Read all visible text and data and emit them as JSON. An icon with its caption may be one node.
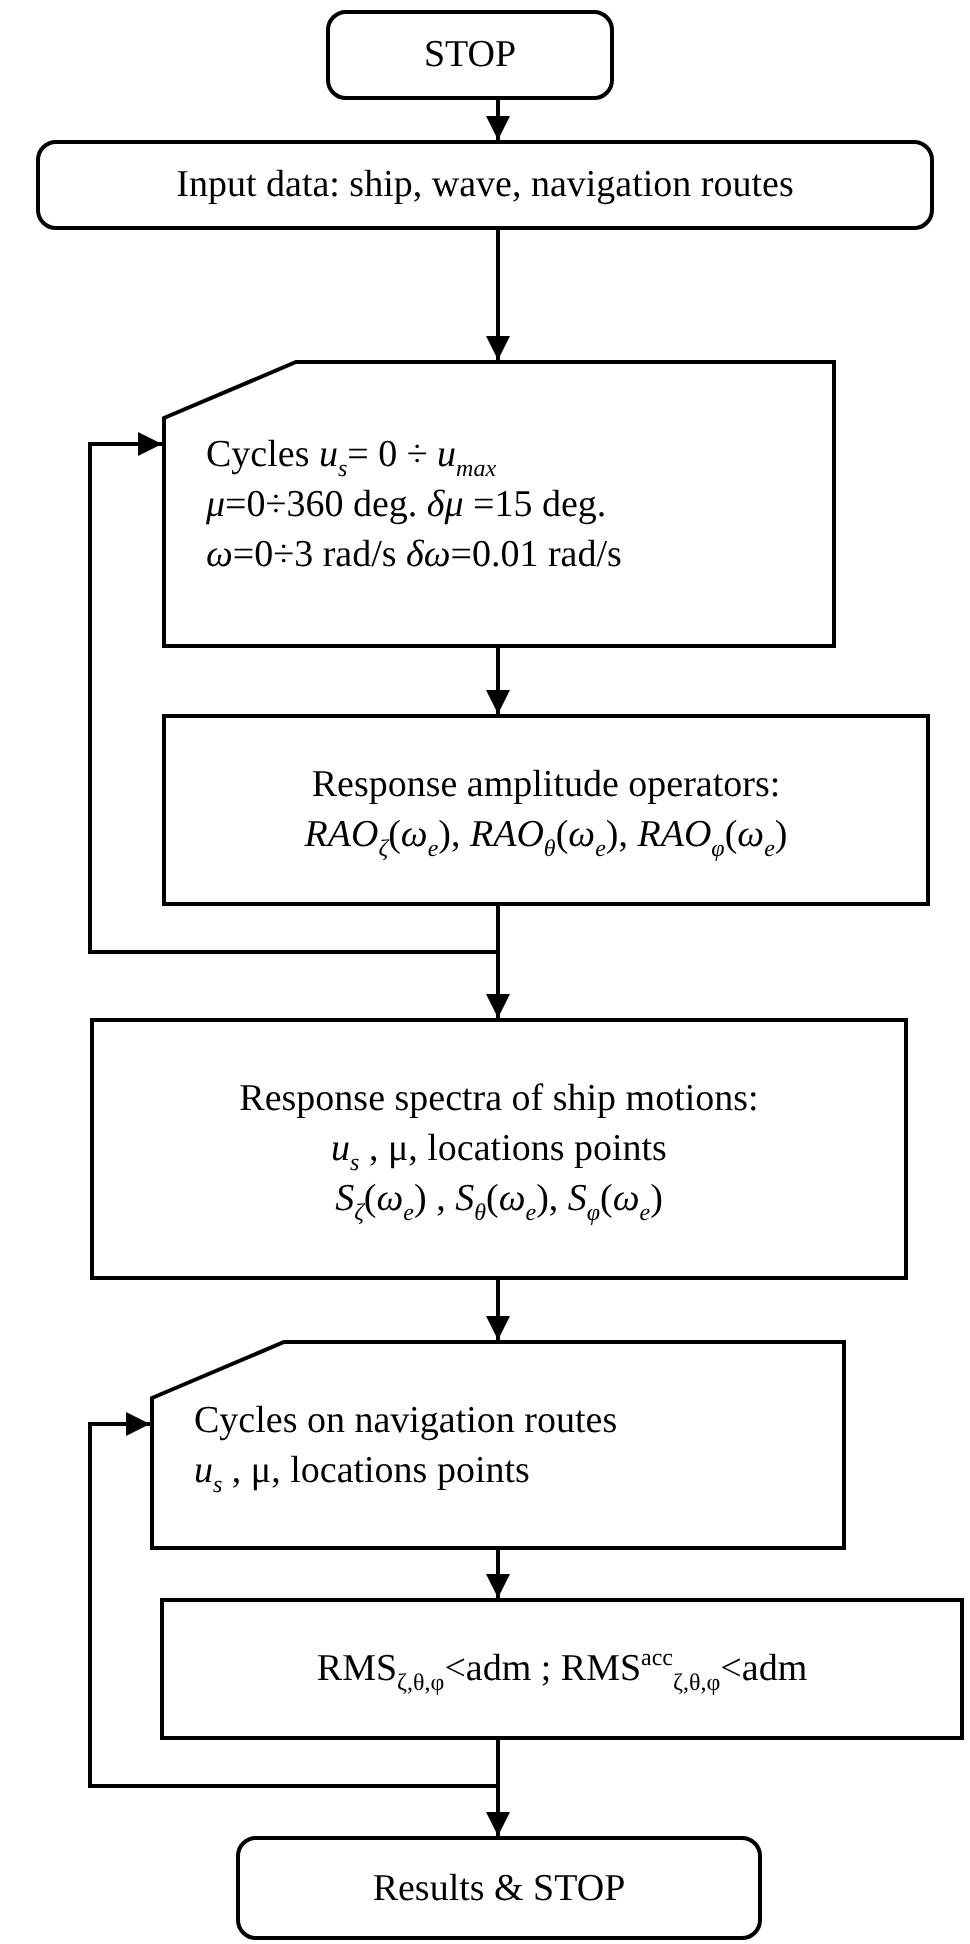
{
  "diagram": {
    "nodes": [
      {
        "text": [
          "STOP"
        ]
      },
      {
        "text": [
          "Input data: ship, wave, navigation routes"
        ]
      },
      {
        "text": [
          "Cycles *u$_{s}$*= 0 ÷ *u$_{max}$*",
          "*μ*=0÷360 deg. *δμ* =15 deg.",
          "*ω*=0÷3 rad/s *δω*=0.01 rad/s"
        ]
      },
      {
        "text": [
          "Response amplitude operators:",
          "*RAO$_{ζ}$*(*ω$_{e}$*), *RAO$_{θ}$*(*ω$_{e}$*), *RAO$_{φ}$*(*ω$_{e}$*)"
        ]
      },
      {
        "text": [
          "Response spectra of ship motions:",
          "*u$_{s}$* , μ, locations points",
          "*S$_{ζ}$*(*ω$_{e}$*) , *S$_{θ}$*(*ω$_{e}$*), *S$_{φ}$*(*ω$_{e}$*)"
        ]
      },
      {
        "text": [
          "Cycles on navigation routes",
          "*u$_{s}$* , μ, locations points"
        ]
      },
      {
        "text": [
          "RMS$_{ζ,θ,φ}$<adm ; RMS$^{acc}$$_{ζ,θ,φ}$<adm"
        ]
      },
      {
        "text": [
          "Results & STOP"
        ]
      }
    ],
    "edges": [
      {
        "from": 0,
        "to": 1,
        "arrow": "to"
      },
      {
        "from": 1,
        "to": 2,
        "arrow": "to"
      },
      {
        "from": 2,
        "to": 3,
        "arrow": "to"
      },
      {
        "from": 3,
        "to": 4,
        "arrow": "to"
      },
      {
        "from": 3,
        "to": 2,
        "arrow": "to"
      },
      {
        "from": 4,
        "to": 5,
        "arrow": "to"
      },
      {
        "from": 5,
        "to": 6,
        "arrow": "to"
      },
      {
        "from": 6,
        "to": 7,
        "arrow": "to"
      },
      {
        "from": 6,
        "to": 5,
        "arrow": "to"
      }
    ]
  }
}
